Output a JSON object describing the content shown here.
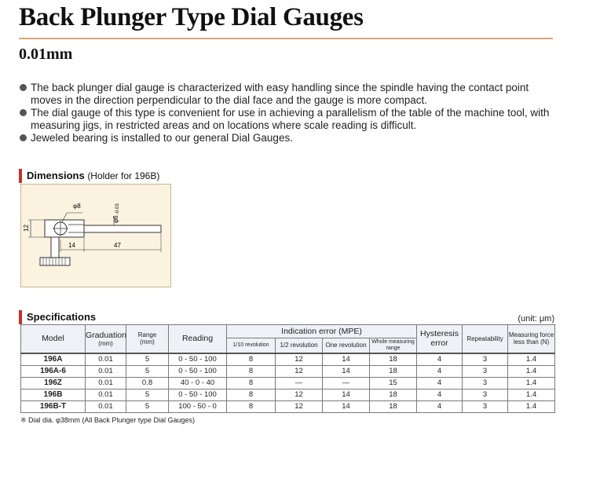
{
  "title": "Back Plunger Type Dial Gauges",
  "subtitle": "0.01mm",
  "bullets": [
    "The back plunger dial gauge is characterized with easy handling since the spindle having the contact point moves in the direction perpendicular to the dial face and the gauge is more compact.",
    "The dial gauge of this type is convenient for use in achieving a parallelism of the table of the machine tool, with measuring jigs, in restricted areas and on locations where scale reading is difficult.",
    "Jeweled bearing is installed to our general Dial Gauges."
  ],
  "dimensions": {
    "heading": "Dimensions",
    "heading_paren": "(Holder for 196B)",
    "labels": {
      "bore": "φ8",
      "shaft": "φ6",
      "shaft_tol": "-0.03",
      "height": "12",
      "width_a": "14",
      "width_b": "47"
    },
    "colors": {
      "background": "#fbf3e0",
      "stroke": "#333333"
    }
  },
  "specifications": {
    "heading": "Specifications",
    "unit": "(unit: μm)",
    "headers": {
      "model": "Model",
      "graduation": "Graduation",
      "graduation_unit": "(mm)",
      "range": "Range",
      "range_unit": "(mm)",
      "reading": "Reading",
      "indication_error": "Indication error (MPE)",
      "rev_1_10": "1/10 revolution",
      "rev_1_2": "1/2 revolution",
      "one_rev": "One revolution",
      "whole_range": "Whole measuring range",
      "hysteresis": "Hysteresis",
      "hysteresis_2": "error",
      "repeatability": "Repeatability",
      "force": "Measuring force less than (N)"
    },
    "rows": [
      {
        "model": "196A",
        "graduation": "0.01",
        "range": "5",
        "reading": "0 - 50 - 100",
        "r110": "8",
        "r12": "12",
        "one": "14",
        "whole": "18",
        "hyst": "4",
        "rep": "3",
        "force": "1.4"
      },
      {
        "model": "196A-6",
        "graduation": "0.01",
        "range": "5",
        "reading": "0 - 50 - 100",
        "r110": "8",
        "r12": "12",
        "one": "14",
        "whole": "18",
        "hyst": "4",
        "rep": "3",
        "force": "1.4"
      },
      {
        "model": "196Z",
        "graduation": "0.01",
        "range": "0.8",
        "reading": "40 - 0 - 40",
        "r110": "8",
        "r12": "—",
        "one": "—",
        "whole": "15",
        "hyst": "4",
        "rep": "3",
        "force": "1.4"
      },
      {
        "model": "196B",
        "graduation": "0.01",
        "range": "5",
        "reading": "0 - 50 - 100",
        "r110": "8",
        "r12": "12",
        "one": "14",
        "whole": "18",
        "hyst": "4",
        "rep": "3",
        "force": "1.4"
      },
      {
        "model": "196B-T",
        "graduation": "0.01",
        "range": "5",
        "reading": "100 - 50 - 0",
        "r110": "8",
        "r12": "12",
        "one": "14",
        "whole": "18",
        "hyst": "4",
        "rep": "3",
        "force": "1.4"
      }
    ],
    "footnote": "※ Dial dia. φ38mm (All Back Plunger type Dial Gauges)"
  },
  "colors": {
    "accent_rule": "#e8a27a",
    "section_marker": "#c9302c",
    "header_bg": "#eef1f6"
  }
}
